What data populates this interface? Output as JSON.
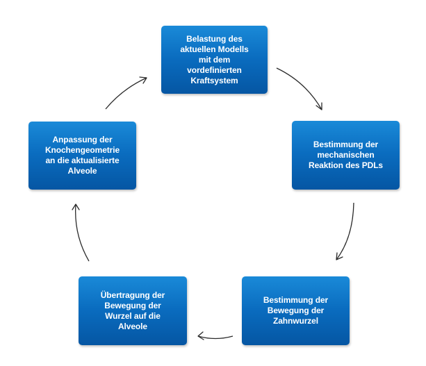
{
  "diagram": {
    "type": "cycle",
    "steps": [
      {
        "label": "Belastung des\naktuellen Modells\nmit dem\nvordefinierten\nKraftsystem"
      },
      {
        "label": "Bestimmung der\nmechanischen\nReaktion des PDLs"
      },
      {
        "label": "Bestimmung der\nBewegung der\nZahnwurzel"
      },
      {
        "label": "Übertragung der\nBewegung der\nWurzel auf die\nAlveole"
      },
      {
        "label": "Anpassung der\nKnochengeometrie\nan die aktualisierte\nAlveole"
      }
    ],
    "flow": [
      {
        "from": 1,
        "to": 2
      },
      {
        "from": 2,
        "to": 3
      },
      {
        "from": 3,
        "to": 4
      },
      {
        "from": 4,
        "to": 5
      },
      {
        "from": 5,
        "to": 1
      }
    ],
    "colors": {
      "box_top": "#1a8ad8",
      "box_bottom": "#0556a3",
      "text": "#ffffff",
      "arrow": "#2a2a2a",
      "background": "#ffffff"
    }
  }
}
